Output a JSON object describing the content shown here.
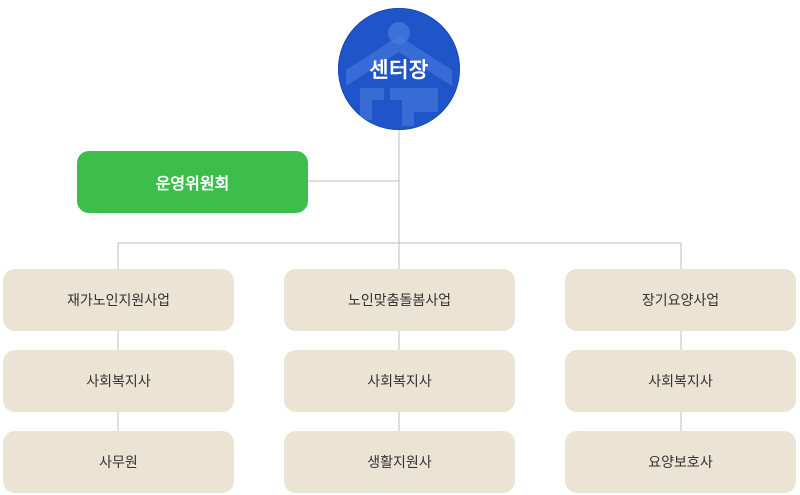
{
  "center": {
    "label": "센터장"
  },
  "committee": {
    "label": "운영위원회"
  },
  "columns": [
    {
      "items": [
        "재가노인지원사업",
        "사회복지사",
        "사무원"
      ]
    },
    {
      "items": [
        "노인맞춤돌봄사업",
        "사회복지사",
        "생활지원사"
      ]
    },
    {
      "items": [
        "장기요양사업",
        "사회복지사",
        "요양보호사"
      ]
    }
  ],
  "colors": {
    "center": "#1f55c8",
    "committee": "#3dbd4c",
    "box": "#ebe3d3",
    "line": "#bdbdbd"
  }
}
